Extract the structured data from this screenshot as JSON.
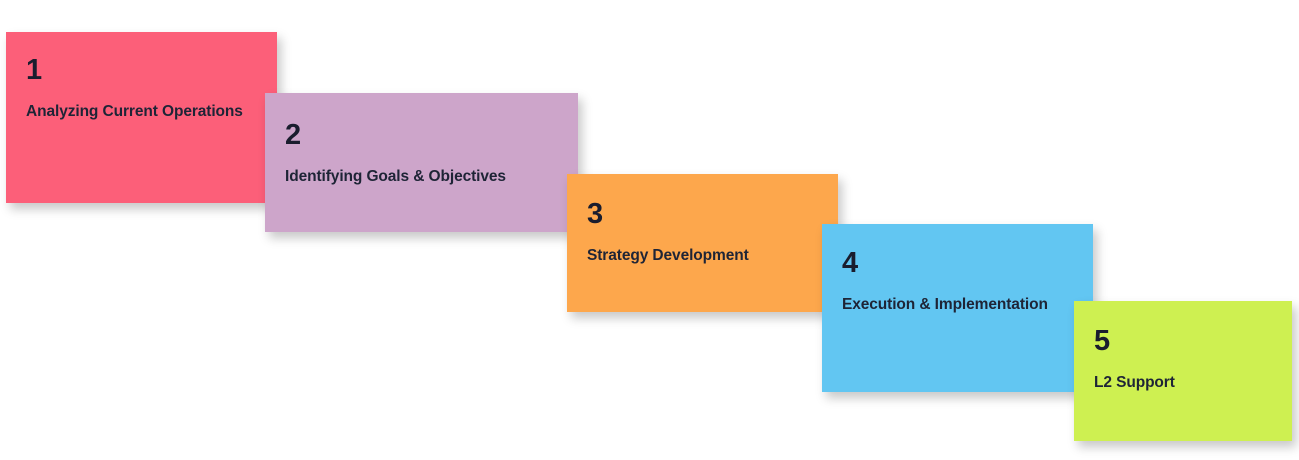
{
  "diagram": {
    "type": "staircase-process-steps",
    "background_color": "#ffffff",
    "text_color": "#1e2436",
    "number_color": "#1a1d2e",
    "steps": [
      {
        "number": "1",
        "label": "Analyzing Current Operations",
        "color": "#fc5f79",
        "color_name": "pink"
      },
      {
        "number": "2",
        "label": "Identifying Goals & Objectives",
        "color": "#cda5ca",
        "color_name": "purple"
      },
      {
        "number": "3",
        "label": "Strategy Development",
        "color": "#fda74c",
        "color_name": "orange"
      },
      {
        "number": "4",
        "label": "Execution & Implementation",
        "color": "#62c6f2",
        "color_name": "blue"
      },
      {
        "number": "5",
        "label": "L2 Support",
        "color": "#cef051",
        "color_name": "green"
      }
    ]
  }
}
